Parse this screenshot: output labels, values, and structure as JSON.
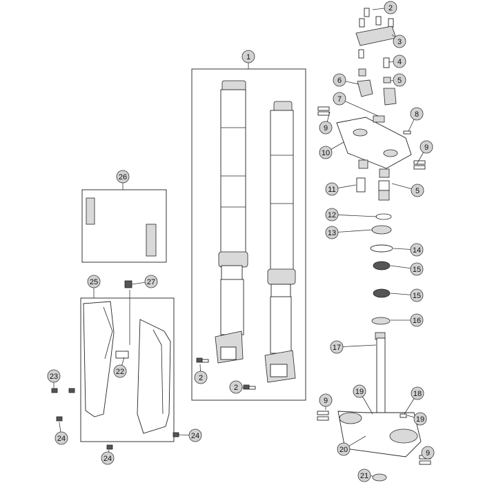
{
  "diagram": {
    "callout_style": {
      "fill": "#d2d2d2",
      "stroke": "#333333"
    },
    "callouts": [
      "1",
      "2",
      "3",
      "4",
      "5",
      "6",
      "7",
      "8",
      "9",
      "10",
      "9",
      "11",
      "5",
      "12",
      "13",
      "14",
      "15",
      "15",
      "16",
      "17",
      "19",
      "18",
      "9",
      "19",
      "20",
      "9",
      "21",
      "26",
      "25",
      "27",
      "22",
      "23",
      "24",
      "24",
      "24",
      "2",
      "2"
    ]
  }
}
